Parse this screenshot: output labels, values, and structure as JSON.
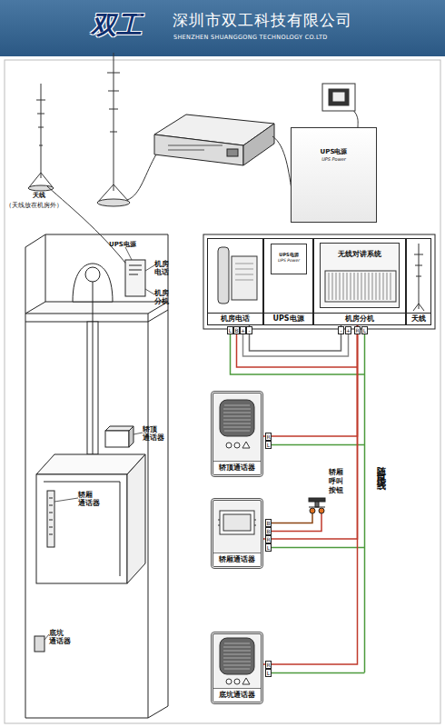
{
  "diagram": {
    "title": "深圳市双工科技有限公司",
    "nodes": [
      {
        "text": [
          "UPS电源",
          "UPS Power"
        ]
      },
      {
        "text": [
          "机房电话"
        ]
      },
      {
        "text": [
          "UPS电源"
        ]
      },
      {
        "text": [
          "UPS电源",
          "UPS Power"
        ],
        "in": 2
      },
      {
        "text": [
          "机房分机"
        ]
      },
      {
        "text": [
          "无线对讲系统"
        ],
        "in": 4
      },
      {
        "text": [
          "天线"
        ]
      },
      {
        "text": [
          "轿顶通话器"
        ]
      },
      {
        "text": [
          "轿厢通话器"
        ]
      },
      {
        "text": [
          "底坑通话器"
        ]
      }
    ],
    "edges": [
      {
        "from": 1,
        "to": 4,
        "arrow": "none"
      },
      {
        "from": 4,
        "to": 7,
        "arrow": "none"
      },
      {
        "from": 4,
        "to": 8,
        "arrow": "none"
      },
      {
        "from": 4,
        "to": 9,
        "arrow": "none"
      }
    ],
    "labels": [
      "双工",
      "™",
      "SHENZHEN SHUANGGONG TECHNOLOGY CO.LTD",
      "天线",
      "（天线放在机房外）",
      "UPS电源",
      "机房 电话",
      "机房 分机",
      "轿顶 通话器",
      "轿厢 通话器",
      "底坑 通话器",
      "L",
      "B",
      "+",
      "-",
      "-",
      "+",
      "R",
      "L",
      "R",
      "L",
      "B",
      "B",
      "R",
      "L",
      "轿厢 呼叫 按钮",
      "随行电缆线",
      "R",
      "L"
    ]
  }
}
